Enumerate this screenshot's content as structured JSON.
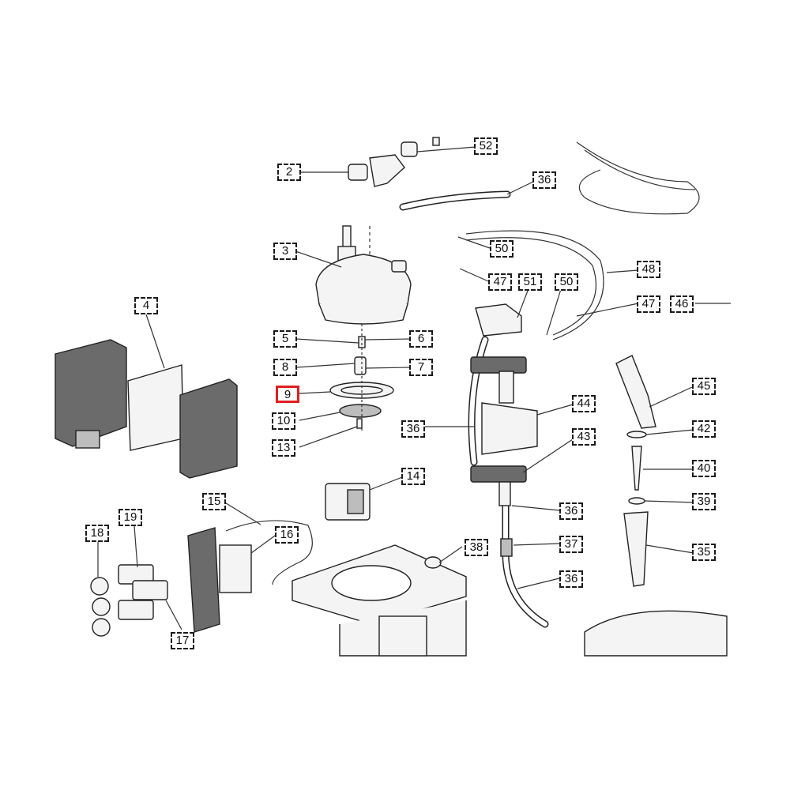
{
  "diagram": {
    "highlight_color": "#e02020",
    "selected_callout": "9",
    "callouts": [
      {
        "id": "2",
        "label": "2"
      },
      {
        "id": "3",
        "label": "3"
      },
      {
        "id": "4",
        "label": "4"
      },
      {
        "id": "5",
        "label": "5"
      },
      {
        "id": "6",
        "label": "6"
      },
      {
        "id": "7",
        "label": "7"
      },
      {
        "id": "8",
        "label": "8"
      },
      {
        "id": "9",
        "label": "9"
      },
      {
        "id": "10",
        "label": "10"
      },
      {
        "id": "13",
        "label": "13"
      },
      {
        "id": "14",
        "label": "14"
      },
      {
        "id": "15",
        "label": "15"
      },
      {
        "id": "16",
        "label": "16"
      },
      {
        "id": "17",
        "label": "17"
      },
      {
        "id": "18",
        "label": "18"
      },
      {
        "id": "19",
        "label": "19"
      },
      {
        "id": "35",
        "label": "35"
      },
      {
        "id": "36a",
        "label": "36"
      },
      {
        "id": "36b",
        "label": "36"
      },
      {
        "id": "36c",
        "label": "36"
      },
      {
        "id": "36d",
        "label": "36"
      },
      {
        "id": "37",
        "label": "37"
      },
      {
        "id": "38",
        "label": "38"
      },
      {
        "id": "39",
        "label": "39"
      },
      {
        "id": "40",
        "label": "40"
      },
      {
        "id": "42",
        "label": "42"
      },
      {
        "id": "43",
        "label": "43"
      },
      {
        "id": "44",
        "label": "44"
      },
      {
        "id": "45",
        "label": "45"
      },
      {
        "id": "46",
        "label": "46"
      },
      {
        "id": "47a",
        "label": "47"
      },
      {
        "id": "47b",
        "label": "47"
      },
      {
        "id": "48",
        "label": "48"
      },
      {
        "id": "50a",
        "label": "50"
      },
      {
        "id": "50b",
        "label": "50"
      },
      {
        "id": "51",
        "label": "51"
      },
      {
        "id": "52",
        "label": "52"
      }
    ]
  }
}
